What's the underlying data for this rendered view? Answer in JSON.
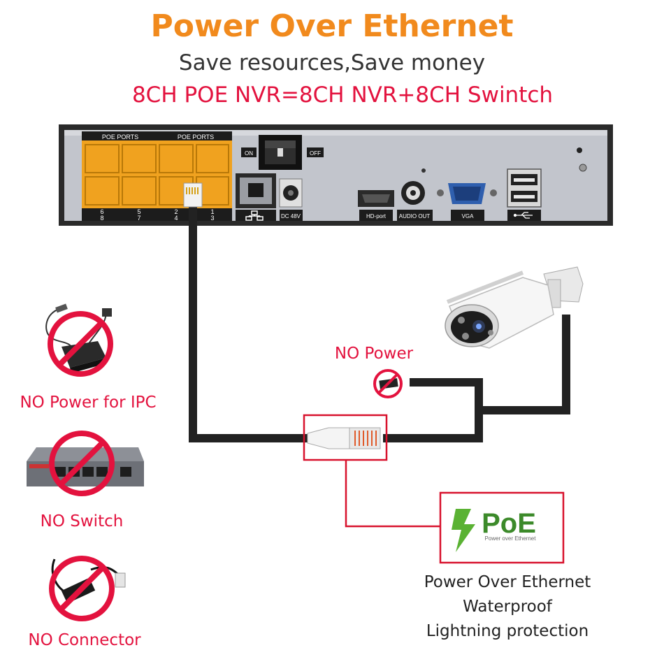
{
  "header": {
    "title": "Power Over Ethernet",
    "subtitle": "Save resources,Save money",
    "tagline": "8CH POE NVR=8CH NVR+8CH Swintch"
  },
  "nvr": {
    "poe_ports_label_left": "POE PORTS",
    "poe_ports_label_right": "POE PORTS",
    "port_numbers_top": [
      "6",
      "5",
      "2",
      "1"
    ],
    "port_numbers_bottom": [
      "8",
      "7",
      "4",
      "3"
    ],
    "switch_on": "ON",
    "switch_off": "OFF",
    "dc_label": "DC 48V",
    "hdmi_label": "HD-port",
    "audio_label": "AUDIO OUT",
    "vga_label": "VGA"
  },
  "diagram": {
    "no_power_label": "NO Power",
    "poe_logo_text": "PoE",
    "poe_logo_sub": "Power over Ethernet",
    "features": [
      "Power Over Ethernet",
      "Waterproof",
      "Lightning protection"
    ]
  },
  "left_panel": {
    "items": [
      {
        "label": "NO Power for IPC"
      },
      {
        "label": "NO Switch"
      },
      {
        "label": "NO Connector"
      }
    ]
  },
  "colors": {
    "title": "#f18a1d",
    "accent_red": "#e3123e",
    "port_orange": "#f0a21f",
    "cable": "#222222",
    "chassis": "#b9bcc4"
  }
}
